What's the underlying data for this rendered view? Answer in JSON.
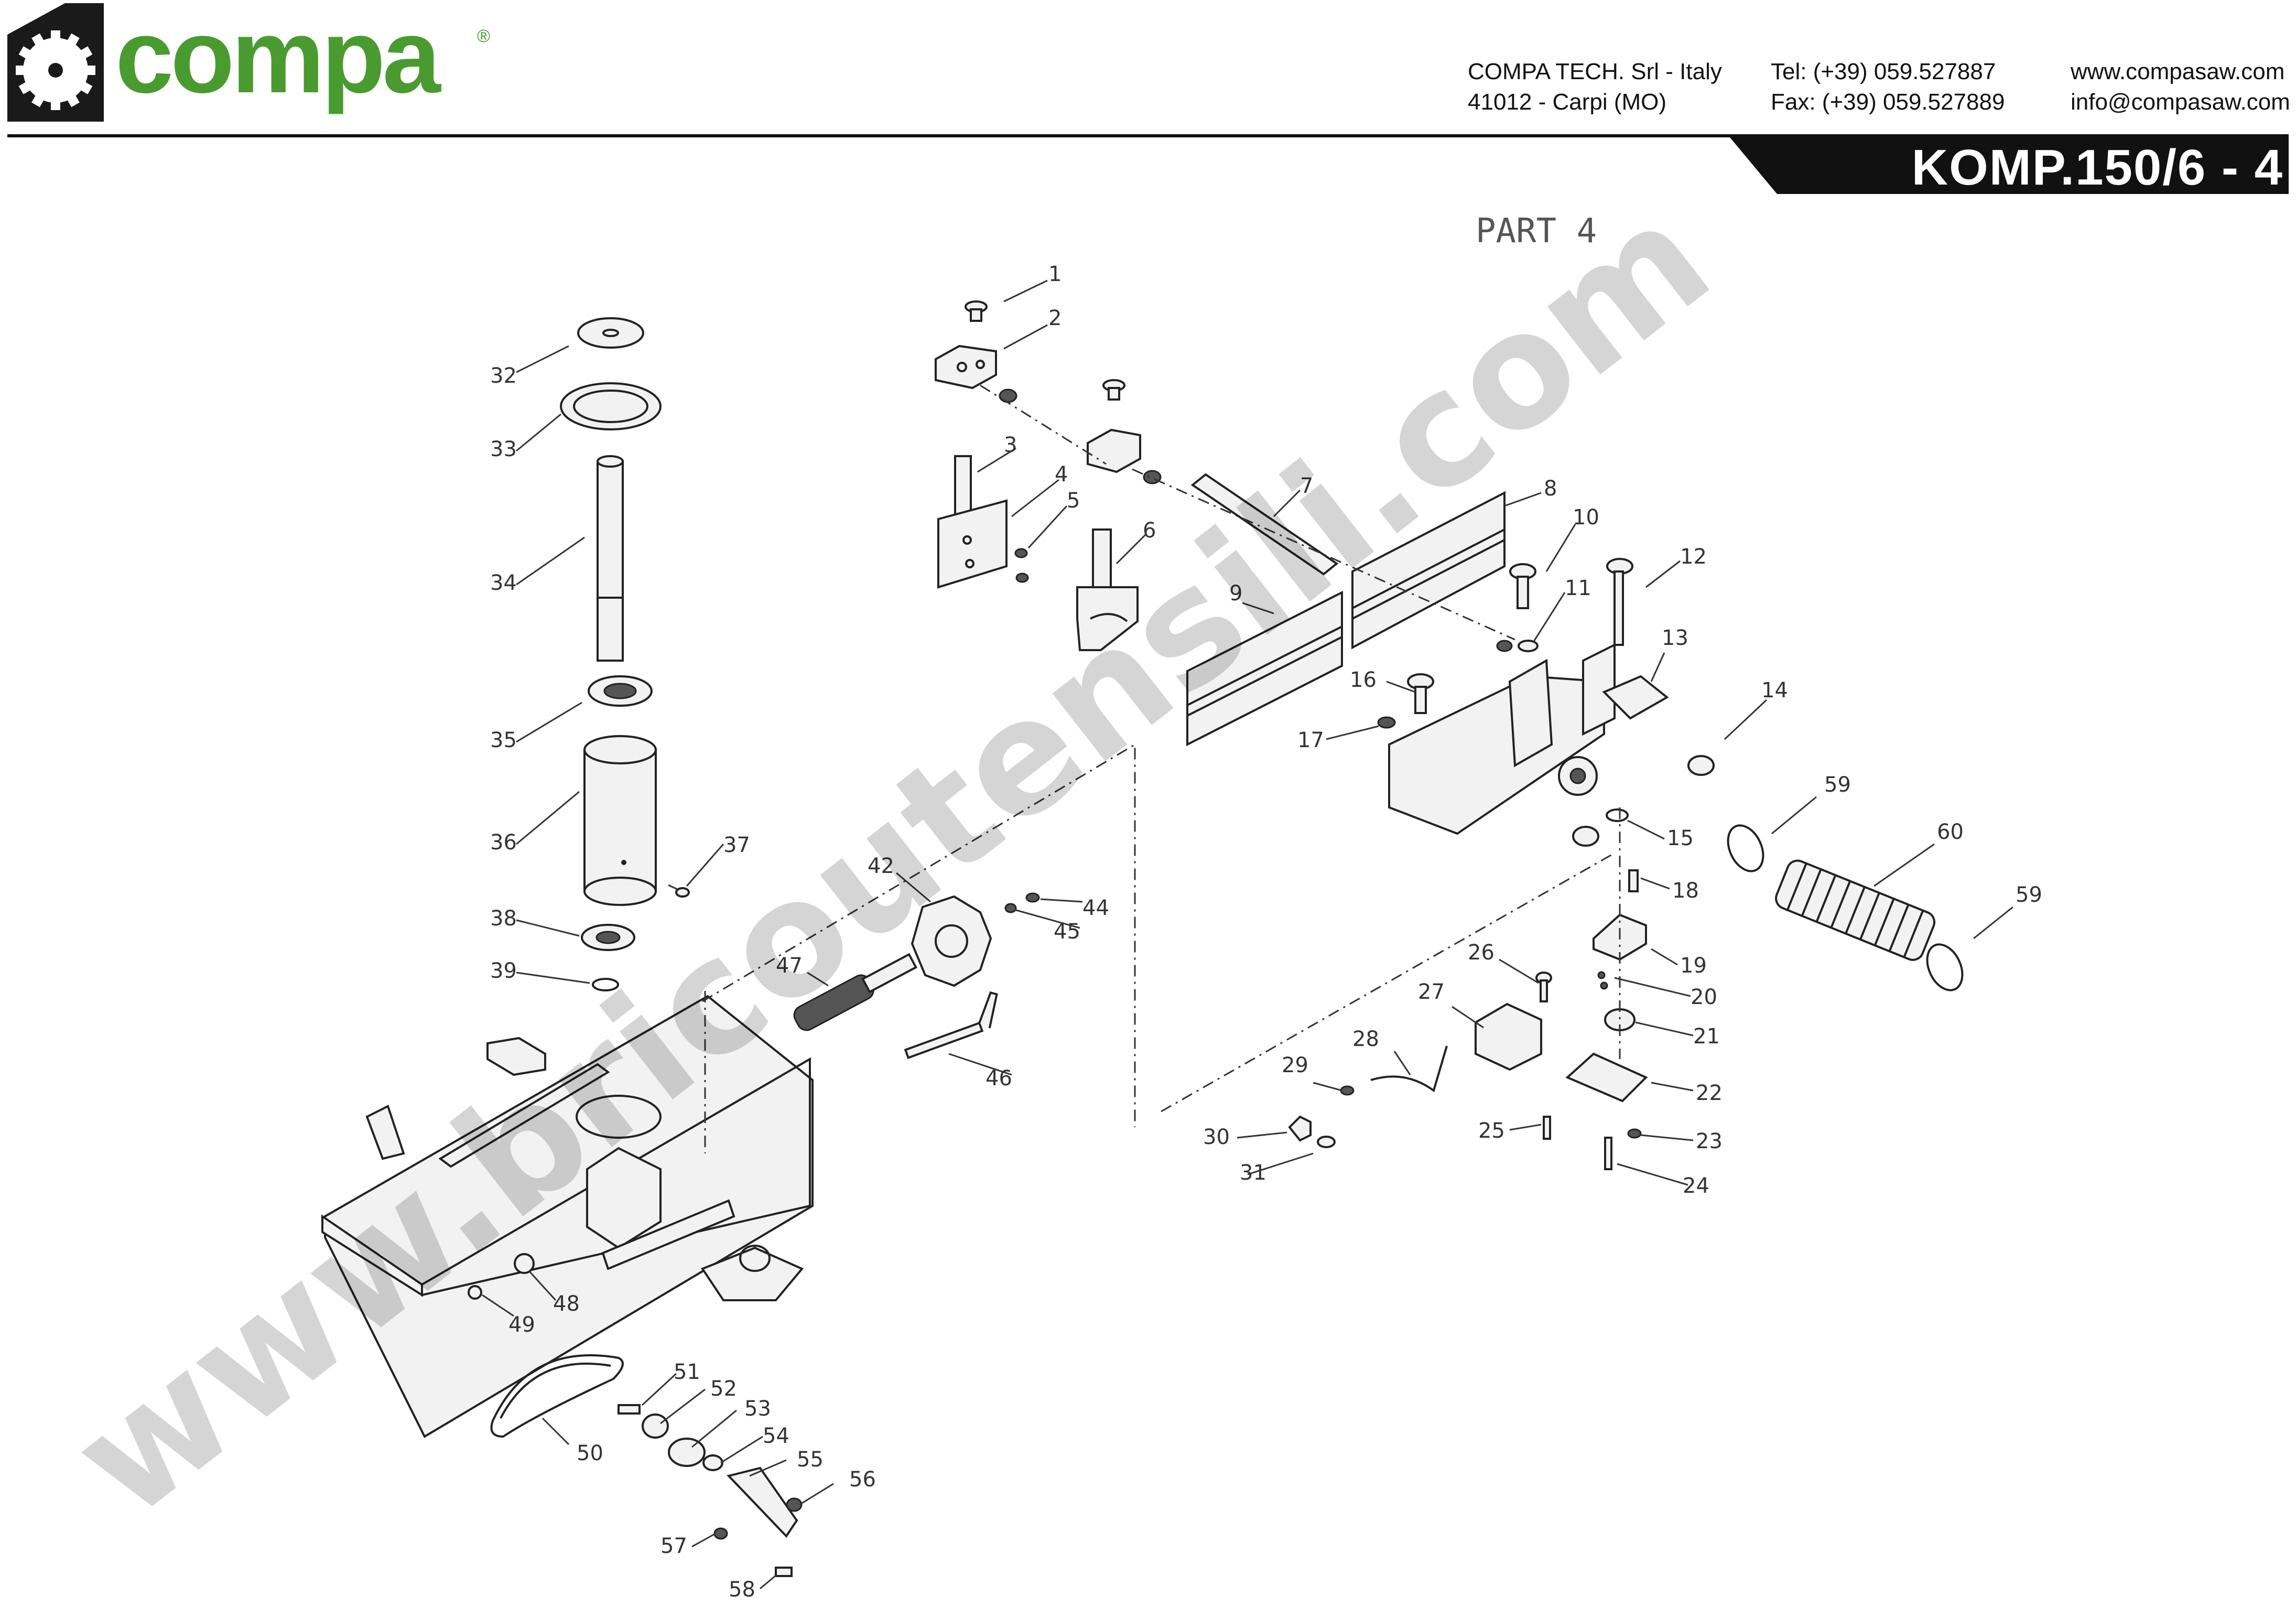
{
  "brand": {
    "name": "compa",
    "registered": "®"
  },
  "contact": {
    "company": [
      "COMPA TECH. Srl - Italy",
      "41012 - Carpi (MO)"
    ],
    "phone": [
      "Tel: (+39) 059.527887",
      "Fax: (+39) 059.527889"
    ],
    "web": [
      "www.compasaw.com",
      "info@compasaw.com"
    ]
  },
  "model": "KOMP.150/6 - 4",
  "part_title": "PART 4",
  "watermark": "www.bricoutensili.com",
  "callouts": [
    "1",
    "2",
    "3",
    "4",
    "5",
    "6",
    "7",
    "8",
    "9",
    "10",
    "11",
    "12",
    "13",
    "14",
    "15",
    "16",
    "17",
    "18",
    "19",
    "20",
    "21",
    "22",
    "23",
    "24",
    "25",
    "26",
    "27",
    "28",
    "29",
    "30",
    "31",
    "32",
    "33",
    "34",
    "35",
    "36",
    "37",
    "38",
    "39",
    "42",
    "44",
    "45",
    "46",
    "47",
    "48",
    "49",
    "50",
    "51",
    "52",
    "53",
    "54",
    "55",
    "56",
    "57",
    "58",
    "59",
    "59",
    "60"
  ],
  "colors": {
    "brand_green": "#4a9b2f",
    "ink": "#111111"
  }
}
